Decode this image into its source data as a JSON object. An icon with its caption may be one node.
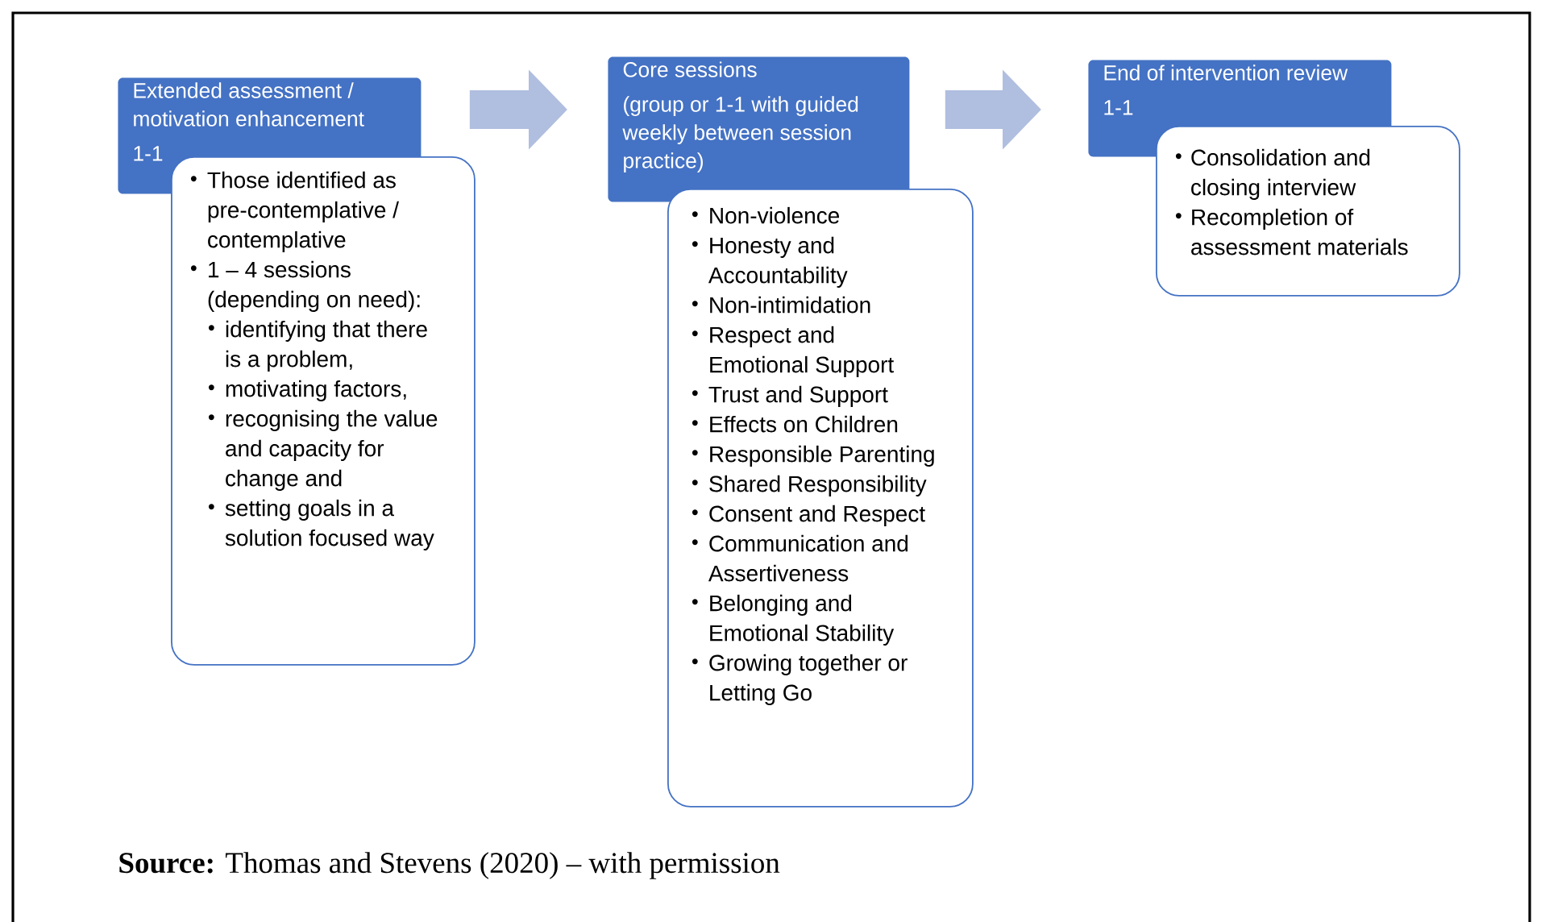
{
  "diagram": {
    "caption": "**Source:** Thomas and Stevens (2020) – with permission",
    "nodes": [
      {
        "text": [
          "Extended assessment / motivation enhancement",
          "1-1"
        ]
      },
      {
        "text": [
          "Those identified as pre-contemplative / contemplative",
          "1 – 4 sessions (depending on need):",
          "identifying that there is a problem,",
          "motivating factors,",
          "recognising the value and capacity for change and",
          "setting goals in a solution focused way"
        ]
      },
      {
        "text": [
          "Core sessions",
          "(group or 1-1 with guided weekly between session practice)"
        ]
      },
      {
        "text": [
          "Non-violence",
          "Honesty and Accountability",
          "Non-intimidation",
          "Respect and Emotional Support",
          "Trust and Support",
          "Effects on Children",
          "Responsible Parenting",
          "Shared Responsibility",
          "Consent and Respect",
          "Communication and Assertiveness",
          "Belonging and Emotional Stability",
          "Growing together or Letting Go"
        ]
      },
      {
        "text": [
          "End of intervention review",
          "1-1"
        ]
      },
      {
        "text": [
          "Consolidation and closing interview",
          "Recompletion of assessment materials"
        ]
      }
    ],
    "edges": [
      {
        "from": 0,
        "to": 2,
        "arrow": "to"
      },
      {
        "from": 2,
        "to": 4,
        "arrow": "to"
      }
    ]
  }
}
